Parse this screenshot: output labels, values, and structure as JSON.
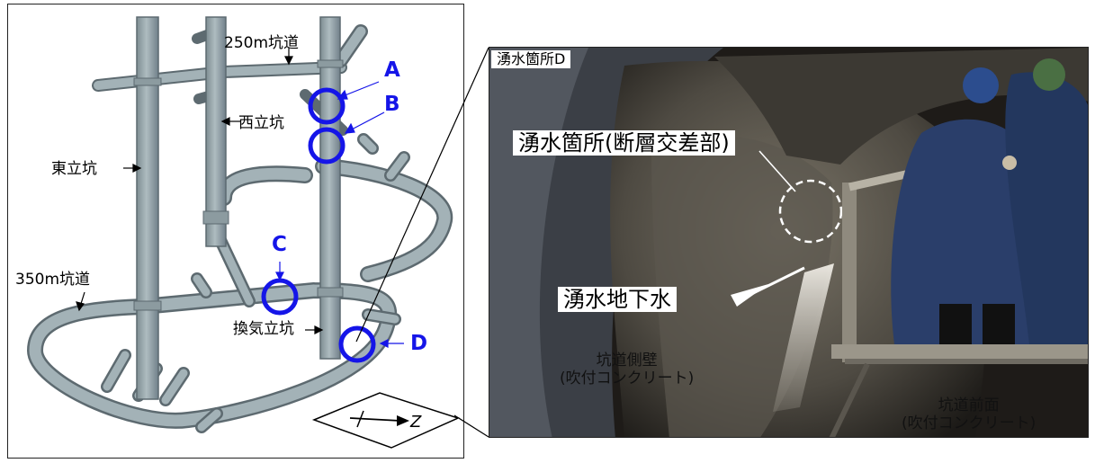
{
  "left": {
    "labels": {
      "tunnel_250": "250m坑道",
      "tunnel_350": "350m坑道",
      "west_shaft": "西立坑",
      "east_shaft": "東立坑",
      "vent_shaft": "換気立坑"
    },
    "points": {
      "a": "A",
      "b": "B",
      "c": "C",
      "d": "D"
    },
    "compass_label": "Z"
  },
  "photo": {
    "site_label": "湧水箇所D",
    "fault_label": "湧水箇所(断層交差部)",
    "groundwater_label": "湧水地下水",
    "side_wall_line1": "坑道側壁",
    "side_wall_line2": "(吹付コンクリート)",
    "front_face_line1": "坑道前面",
    "front_face_line2": "(吹付コンクリート)"
  },
  "colors": {
    "point_marker": "#1515e8",
    "pipe": "#96a6ab"
  }
}
